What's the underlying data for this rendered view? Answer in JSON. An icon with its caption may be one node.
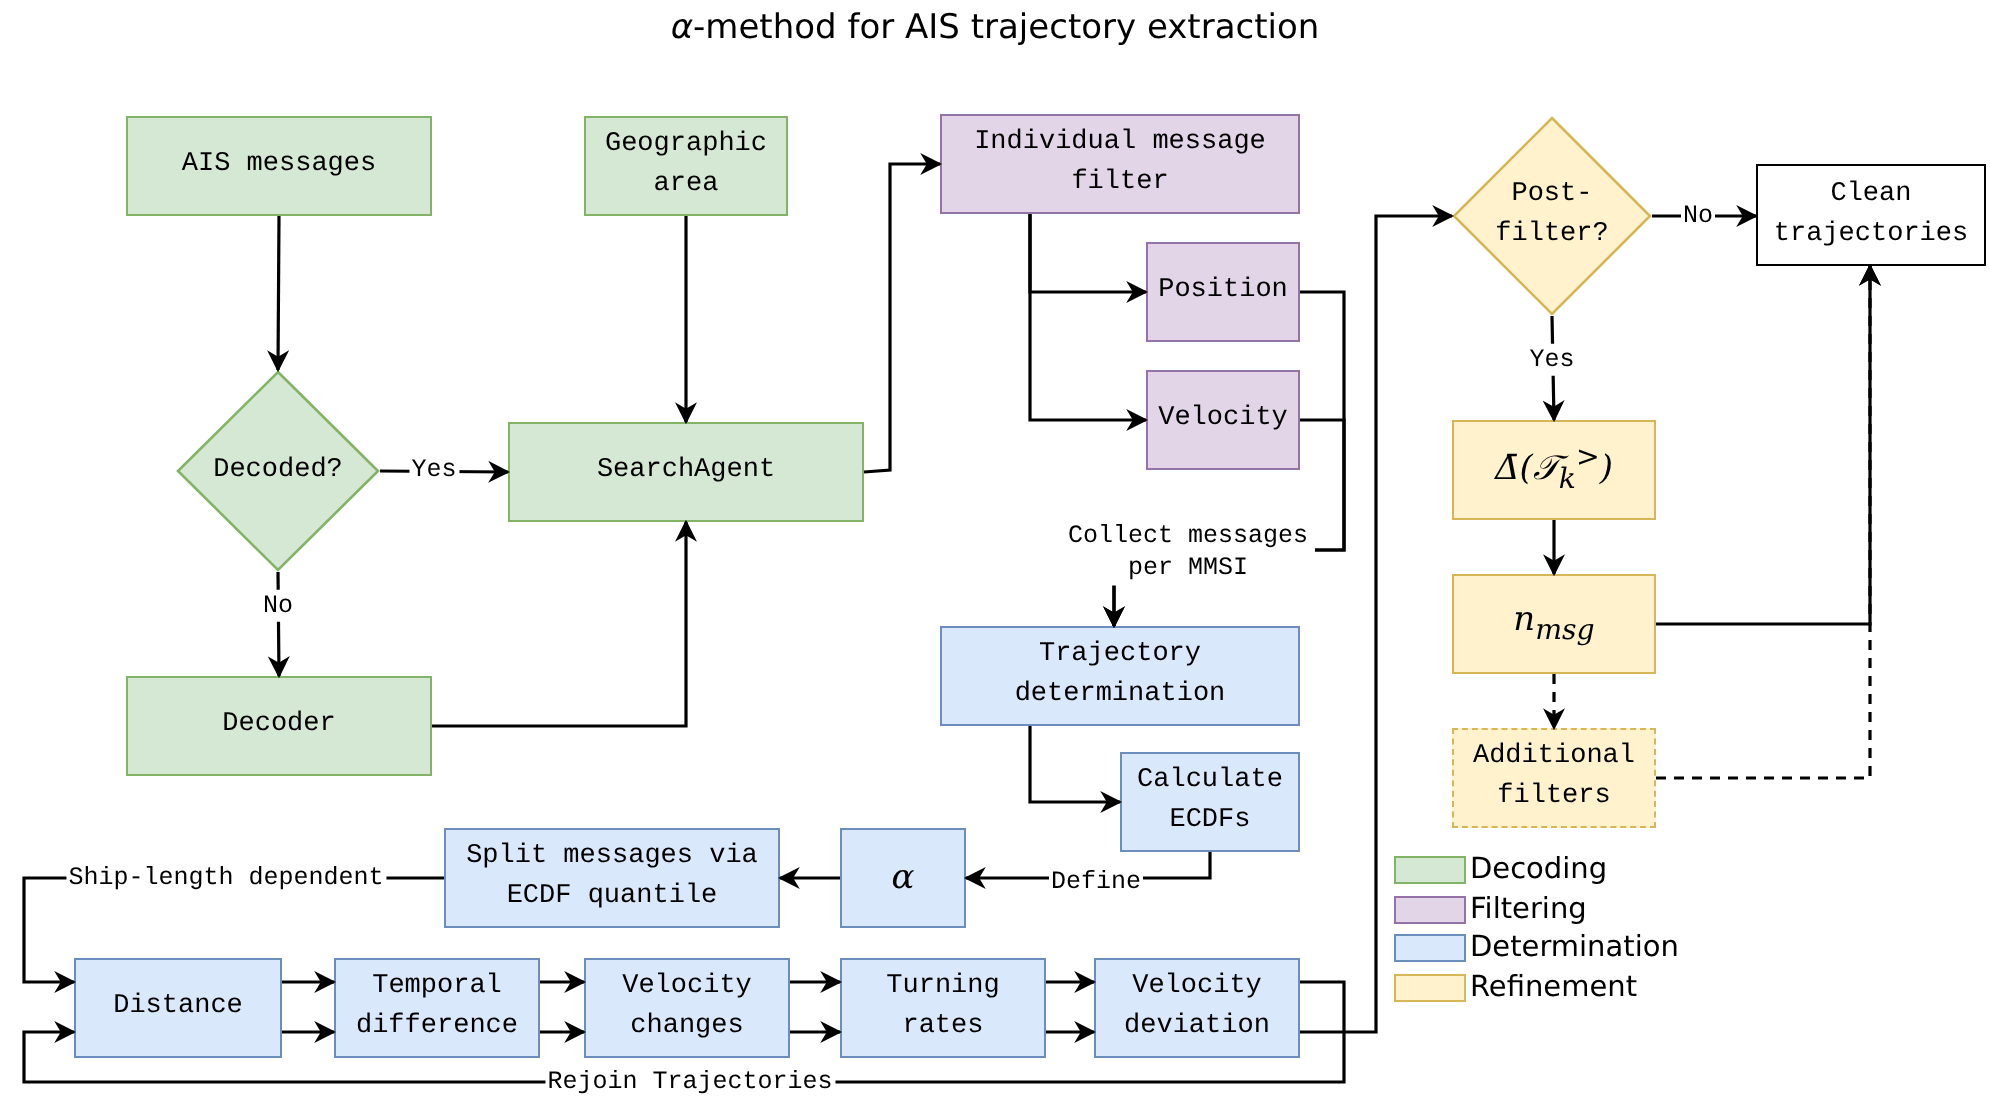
{
  "diagram": {
    "title": "*α*-method for AIS trajectory extraction",
    "nodes": [
      {
        "text": [
          "AIS messages"
        ]
      },
      {
        "text": [
          "Geographic area"
        ]
      },
      {
        "text": [
          "Decoded?"
        ]
      },
      {
        "text": [
          "SearchAgent"
        ]
      },
      {
        "text": [
          "Decoder"
        ]
      },
      {
        "text": [
          "Individual message filter"
        ]
      },
      {
        "text": [
          "Position"
        ]
      },
      {
        "text": [
          "Velocity"
        ]
      },
      {
        "text": [
          "Trajectory determination"
        ]
      },
      {
        "text": [
          "Calculate ECDFs"
        ]
      },
      {
        "text": [
          "α"
        ]
      },
      {
        "text": [
          "Split messages via ECDF quantile"
        ]
      },
      {
        "text": [
          "Distance"
        ]
      },
      {
        "text": [
          "Temporal difference"
        ]
      },
      {
        "text": [
          "Velocity changes"
        ]
      },
      {
        "text": [
          "Turning rates"
        ]
      },
      {
        "text": [
          "Velocity deviation"
        ]
      },
      {
        "text": [
          "Post-filter?"
        ]
      },
      {
        "text": [
          "Clean trajectories"
        ]
      },
      {
        "text": [
          "Δ̄(𝒯$_{k}$$^{>}$)"
        ]
      },
      {
        "text": [
          "n$_{msg}$"
        ]
      },
      {
        "text": [
          "Additional filters"
        ]
      }
    ],
    "edges": [
      {
        "from": 0,
        "to": 2,
        "arrow": "to"
      },
      {
        "from": 2,
        "to": 3,
        "arrow": "to",
        "label": "Yes"
      },
      {
        "from": 2,
        "to": 4,
        "arrow": "to",
        "label": "No"
      },
      {
        "from": 1,
        "to": 3,
        "arrow": "to"
      },
      {
        "from": 4,
        "to": 3,
        "arrow": "to"
      },
      {
        "from": 3,
        "to": 5,
        "arrow": "to"
      },
      {
        "from": 5,
        "to": 6,
        "arrow": "to"
      },
      {
        "from": 5,
        "to": 7,
        "arrow": "to"
      },
      {
        "from": 6,
        "to": 8,
        "arrow": "to",
        "label": "Collect messages per MMSI"
      },
      {
        "from": 7,
        "to": 8,
        "arrow": "to"
      },
      {
        "from": 8,
        "to": 9,
        "arrow": "to"
      },
      {
        "from": 9,
        "to": 10,
        "arrow": "to",
        "label": "Define"
      },
      {
        "from": 10,
        "to": 11,
        "arrow": "to"
      },
      {
        "from": 11,
        "to": 12,
        "arrow": "to",
        "label": "Ship-length dependent"
      },
      {
        "from": 12,
        "to": 13,
        "arrow": "to"
      },
      {
        "from": 12,
        "to": 13,
        "arrow": "to"
      },
      {
        "from": 13,
        "to": 14,
        "arrow": "to"
      },
      {
        "from": 13,
        "to": 14,
        "arrow": "to"
      },
      {
        "from": 14,
        "to": 15,
        "arrow": "to"
      },
      {
        "from": 14,
        "to": 15,
        "arrow": "to"
      },
      {
        "from": 15,
        "to": 16,
        "arrow": "to"
      },
      {
        "from": 15,
        "to": 16,
        "arrow": "to"
      },
      {
        "from": 16,
        "to": 12,
        "arrow": "to",
        "label": "Rejoin Trajectories"
      },
      {
        "from": 16,
        "to": 17,
        "arrow": "to"
      },
      {
        "from": 17,
        "to": 18,
        "arrow": "to",
        "label": "No"
      },
      {
        "from": 17,
        "to": 19,
        "arrow": "to",
        "label": "Yes"
      },
      {
        "from": 19,
        "to": 20,
        "arrow": "to"
      },
      {
        "from": 20,
        "to": 18,
        "arrow": "to"
      },
      {
        "from": 20,
        "to": 21,
        "arrow": "to",
        "style": "dashed"
      },
      {
        "from": 21,
        "to": 18,
        "arrow": "to",
        "style": "dashed"
      }
    ],
    "legend": [
      {
        "text": "Decoding",
        "color": "#d5e8d4"
      },
      {
        "text": "Filtering",
        "color": "#e1d5e7"
      },
      {
        "text": "Determination",
        "color": "#dae8fc"
      },
      {
        "text": "Refinement",
        "color": "#fff2cc"
      }
    ]
  }
}
